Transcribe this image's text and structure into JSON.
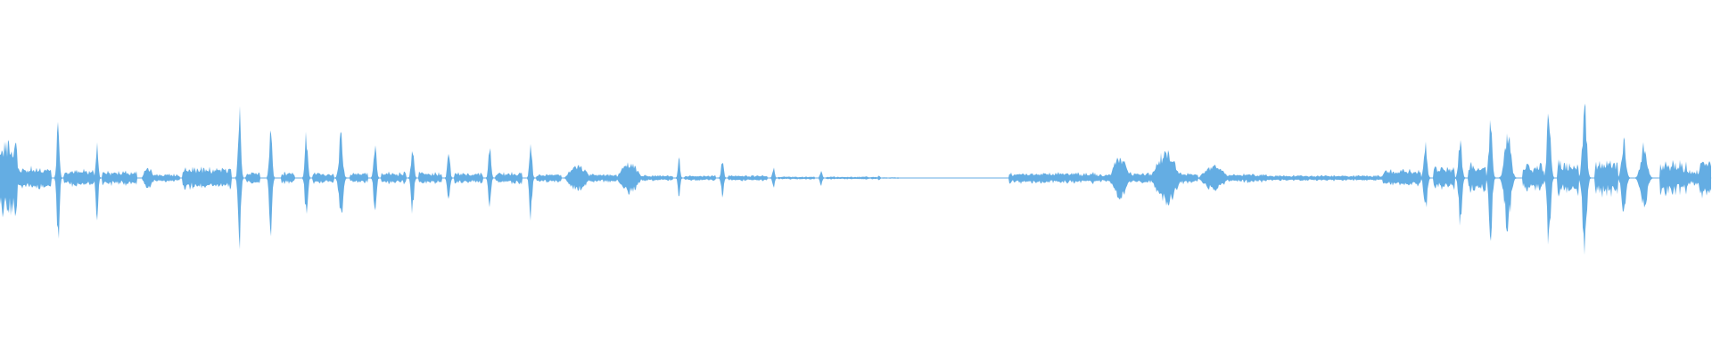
{
  "waveform": {
    "color": "#64ADE3",
    "background": "#FFFFFF",
    "amplitude_segments": [
      {
        "start": 0.0,
        "end": 0.01,
        "amp": 0.25,
        "shape": "burst"
      },
      {
        "start": 0.01,
        "end": 0.03,
        "amp": 0.08,
        "shape": "flat"
      },
      {
        "start": 0.032,
        "end": 0.038,
        "amp": 0.45,
        "shape": "spike"
      },
      {
        "start": 0.038,
        "end": 0.055,
        "amp": 0.06,
        "shape": "flat"
      },
      {
        "start": 0.055,
        "end": 0.06,
        "amp": 0.3,
        "shape": "spike"
      },
      {
        "start": 0.06,
        "end": 0.08,
        "amp": 0.05,
        "shape": "flat"
      },
      {
        "start": 0.083,
        "end": 0.09,
        "amp": 0.07,
        "shape": "blob"
      },
      {
        "start": 0.09,
        "end": 0.105,
        "amp": 0.03,
        "shape": "flat"
      },
      {
        "start": 0.107,
        "end": 0.135,
        "amp": 0.08,
        "shape": "flat"
      },
      {
        "start": 0.138,
        "end": 0.144,
        "amp": 0.46,
        "shape": "spike"
      },
      {
        "start": 0.144,
        "end": 0.152,
        "amp": 0.04,
        "shape": "flat"
      },
      {
        "start": 0.156,
        "end": 0.162,
        "amp": 0.42,
        "shape": "spike"
      },
      {
        "start": 0.165,
        "end": 0.172,
        "amp": 0.04,
        "shape": "flat"
      },
      {
        "start": 0.177,
        "end": 0.183,
        "amp": 0.3,
        "shape": "spike"
      },
      {
        "start": 0.183,
        "end": 0.195,
        "amp": 0.04,
        "shape": "flat"
      },
      {
        "start": 0.196,
        "end": 0.205,
        "amp": 0.3,
        "shape": "spike"
      },
      {
        "start": 0.205,
        "end": 0.215,
        "amp": 0.04,
        "shape": "flat"
      },
      {
        "start": 0.217,
        "end": 0.223,
        "amp": 0.24,
        "shape": "spike"
      },
      {
        "start": 0.223,
        "end": 0.237,
        "amp": 0.04,
        "shape": "flat"
      },
      {
        "start": 0.239,
        "end": 0.245,
        "amp": 0.24,
        "shape": "spike"
      },
      {
        "start": 0.245,
        "end": 0.258,
        "amp": 0.04,
        "shape": "flat"
      },
      {
        "start": 0.26,
        "end": 0.266,
        "amp": 0.2,
        "shape": "spike"
      },
      {
        "start": 0.266,
        "end": 0.282,
        "amp": 0.04,
        "shape": "flat"
      },
      {
        "start": 0.284,
        "end": 0.29,
        "amp": 0.22,
        "shape": "spike"
      },
      {
        "start": 0.29,
        "end": 0.305,
        "amp": 0.04,
        "shape": "flat"
      },
      {
        "start": 0.308,
        "end": 0.314,
        "amp": 0.28,
        "shape": "spike"
      },
      {
        "start": 0.314,
        "end": 0.328,
        "amp": 0.03,
        "shape": "flat"
      },
      {
        "start": 0.33,
        "end": 0.345,
        "amp": 0.08,
        "shape": "blob"
      },
      {
        "start": 0.345,
        "end": 0.36,
        "amp": 0.03,
        "shape": "flat"
      },
      {
        "start": 0.36,
        "end": 0.375,
        "amp": 0.1,
        "shape": "blob"
      },
      {
        "start": 0.375,
        "end": 0.393,
        "amp": 0.02,
        "shape": "flat"
      },
      {
        "start": 0.395,
        "end": 0.4,
        "amp": 0.14,
        "shape": "spike"
      },
      {
        "start": 0.4,
        "end": 0.418,
        "amp": 0.02,
        "shape": "flat"
      },
      {
        "start": 0.42,
        "end": 0.426,
        "amp": 0.12,
        "shape": "spike"
      },
      {
        "start": 0.426,
        "end": 0.448,
        "amp": 0.02,
        "shape": "flat"
      },
      {
        "start": 0.45,
        "end": 0.455,
        "amp": 0.08,
        "shape": "spike"
      },
      {
        "start": 0.455,
        "end": 0.476,
        "amp": 0.01,
        "shape": "flat"
      },
      {
        "start": 0.478,
        "end": 0.483,
        "amp": 0.05,
        "shape": "spike"
      },
      {
        "start": 0.483,
        "end": 0.512,
        "amp": 0.01,
        "shape": "flat"
      },
      {
        "start": 0.512,
        "end": 0.516,
        "amp": 0.02,
        "shape": "spike"
      },
      {
        "start": 0.516,
        "end": 0.525,
        "amp": 0.005,
        "shape": "flat"
      },
      {
        "start": 0.59,
        "end": 0.64,
        "amp": 0.04,
        "shape": "flat"
      },
      {
        "start": 0.64,
        "end": 0.66,
        "amp": 0.03,
        "shape": "flat"
      },
      {
        "start": 0.648,
        "end": 0.66,
        "amp": 0.14,
        "shape": "blob"
      },
      {
        "start": 0.66,
        "end": 0.672,
        "amp": 0.04,
        "shape": "flat"
      },
      {
        "start": 0.672,
        "end": 0.69,
        "amp": 0.17,
        "shape": "blob"
      },
      {
        "start": 0.69,
        "end": 0.7,
        "amp": 0.04,
        "shape": "flat"
      },
      {
        "start": 0.7,
        "end": 0.718,
        "amp": 0.08,
        "shape": "blob"
      },
      {
        "start": 0.718,
        "end": 0.74,
        "amp": 0.03,
        "shape": "flat"
      },
      {
        "start": 0.74,
        "end": 0.76,
        "amp": 0.02,
        "shape": "flat"
      },
      {
        "start": 0.76,
        "end": 0.79,
        "amp": 0.02,
        "shape": "flat"
      },
      {
        "start": 0.79,
        "end": 0.808,
        "amp": 0.02,
        "shape": "flat"
      },
      {
        "start": 0.808,
        "end": 0.83,
        "amp": 0.06,
        "shape": "flat"
      },
      {
        "start": 0.83,
        "end": 0.838,
        "amp": 0.24,
        "shape": "spike"
      },
      {
        "start": 0.838,
        "end": 0.85,
        "amp": 0.08,
        "shape": "flat"
      },
      {
        "start": 0.85,
        "end": 0.858,
        "amp": 0.3,
        "shape": "spike"
      },
      {
        "start": 0.858,
        "end": 0.868,
        "amp": 0.1,
        "shape": "flat"
      },
      {
        "start": 0.868,
        "end": 0.876,
        "amp": 0.42,
        "shape": "spike"
      },
      {
        "start": 0.876,
        "end": 0.89,
        "amp": 0.35,
        "shape": "spike"
      },
      {
        "start": 0.89,
        "end": 0.902,
        "amp": 0.1,
        "shape": "flat"
      },
      {
        "start": 0.902,
        "end": 0.91,
        "amp": 0.48,
        "shape": "spike"
      },
      {
        "start": 0.91,
        "end": 0.922,
        "amp": 0.12,
        "shape": "flat"
      },
      {
        "start": 0.922,
        "end": 0.932,
        "amp": 0.5,
        "shape": "spike"
      },
      {
        "start": 0.932,
        "end": 0.945,
        "amp": 0.12,
        "shape": "flat"
      },
      {
        "start": 0.945,
        "end": 0.955,
        "amp": 0.28,
        "shape": "spike"
      },
      {
        "start": 0.955,
        "end": 0.97,
        "amp": 0.22,
        "shape": "spike"
      },
      {
        "start": 0.97,
        "end": 0.985,
        "amp": 0.12,
        "shape": "flat"
      },
      {
        "start": 0.985,
        "end": 0.993,
        "amp": 0.06,
        "shape": "flat"
      },
      {
        "start": 0.993,
        "end": 1.0,
        "amp": 0.14,
        "shape": "burst"
      }
    ]
  }
}
